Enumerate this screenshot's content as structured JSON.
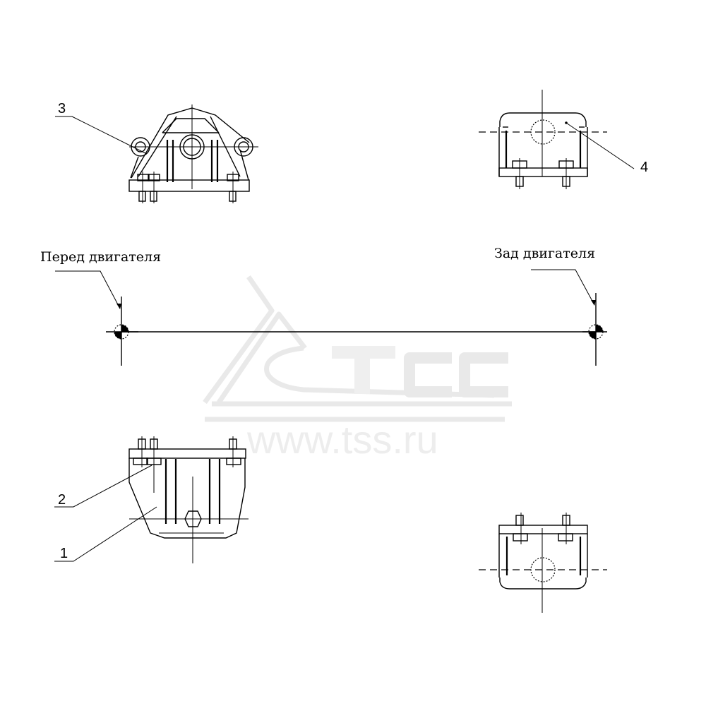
{
  "diagram": {
    "type": "engine mount installation drawing",
    "labels": {
      "front": "Перед двигателя",
      "rear": "Зад двигателя"
    },
    "callouts": [
      {
        "id": "1",
        "text": "1"
      },
      {
        "id": "2",
        "text": "2"
      },
      {
        "id": "3",
        "text": "3"
      },
      {
        "id": "4",
        "text": "4"
      }
    ],
    "views": [
      {
        "name": "front-mount-top-view",
        "callouts": [
          "3"
        ]
      },
      {
        "name": "rear-mount-top-view",
        "callouts": [
          "4"
        ]
      },
      {
        "name": "front-mount-bottom-view",
        "callouts": [
          "1",
          "2"
        ]
      },
      {
        "name": "rear-mount-bottom-view",
        "callouts": []
      }
    ],
    "center_marks": [
      "front-center-of-gravity-symbol",
      "rear-center-of-gravity-symbol"
    ]
  },
  "watermark": {
    "logo_text": "TCC",
    "url_text": "www.tss.ru"
  },
  "colors": {
    "line": "#000000",
    "background": "#ffffff",
    "watermark": "#ececec"
  }
}
